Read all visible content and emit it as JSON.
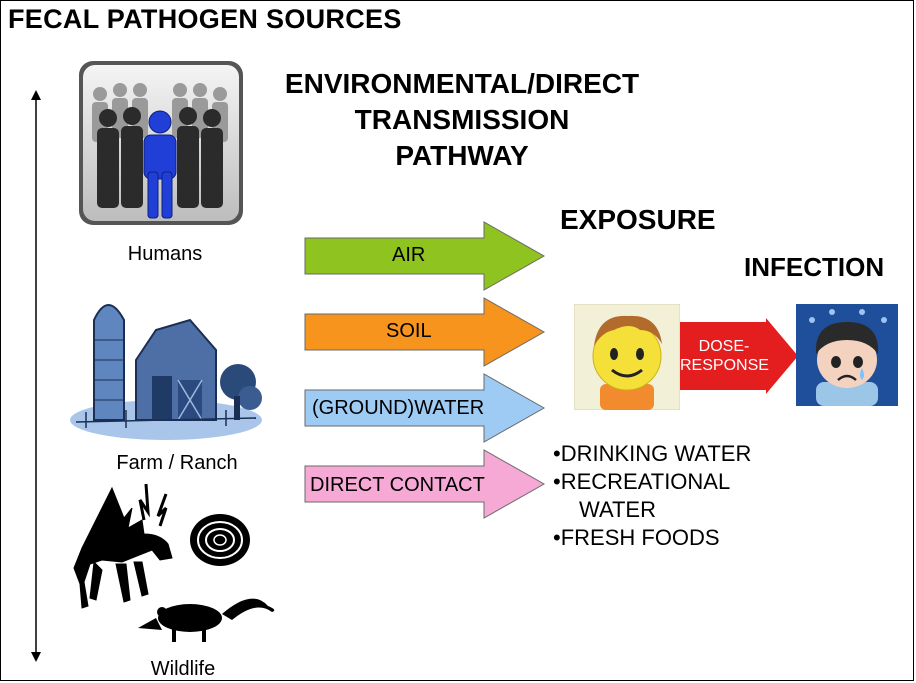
{
  "title": "FECAL PATHOGEN SOURCES",
  "pathway": {
    "line1": "ENVIRONMENTAL/DIRECT",
    "line2": "TRANSMISSION",
    "line3": "PATHWAY"
  },
  "sources": [
    {
      "label": "Humans",
      "icon": "crowd-icon"
    },
    {
      "label": "Farm / Ranch",
      "icon": "barn-icon"
    },
    {
      "label": "Wildlife",
      "icon": "animals-icon"
    }
  ],
  "pathways": [
    {
      "label": "AIR",
      "color": "#8fc31f"
    },
    {
      "label": "SOIL",
      "color": "#f7941d"
    },
    {
      "label": "(GROUND)WATER",
      "color": "#9ecbf3"
    },
    {
      "label": "DIRECT CONTACT",
      "color": "#f7a9d6"
    }
  ],
  "exposure": {
    "title": "EXPOSURE",
    "routes": [
      "•DRINKING WATER",
      "•RECREATIONAL",
      "WATER",
      "•FRESH FOODS"
    ]
  },
  "dose_response": {
    "line1": "DOSE-",
    "line2": "RESPONSE",
    "color": "#e41e1e"
  },
  "infection": {
    "title": "INFECTION"
  }
}
